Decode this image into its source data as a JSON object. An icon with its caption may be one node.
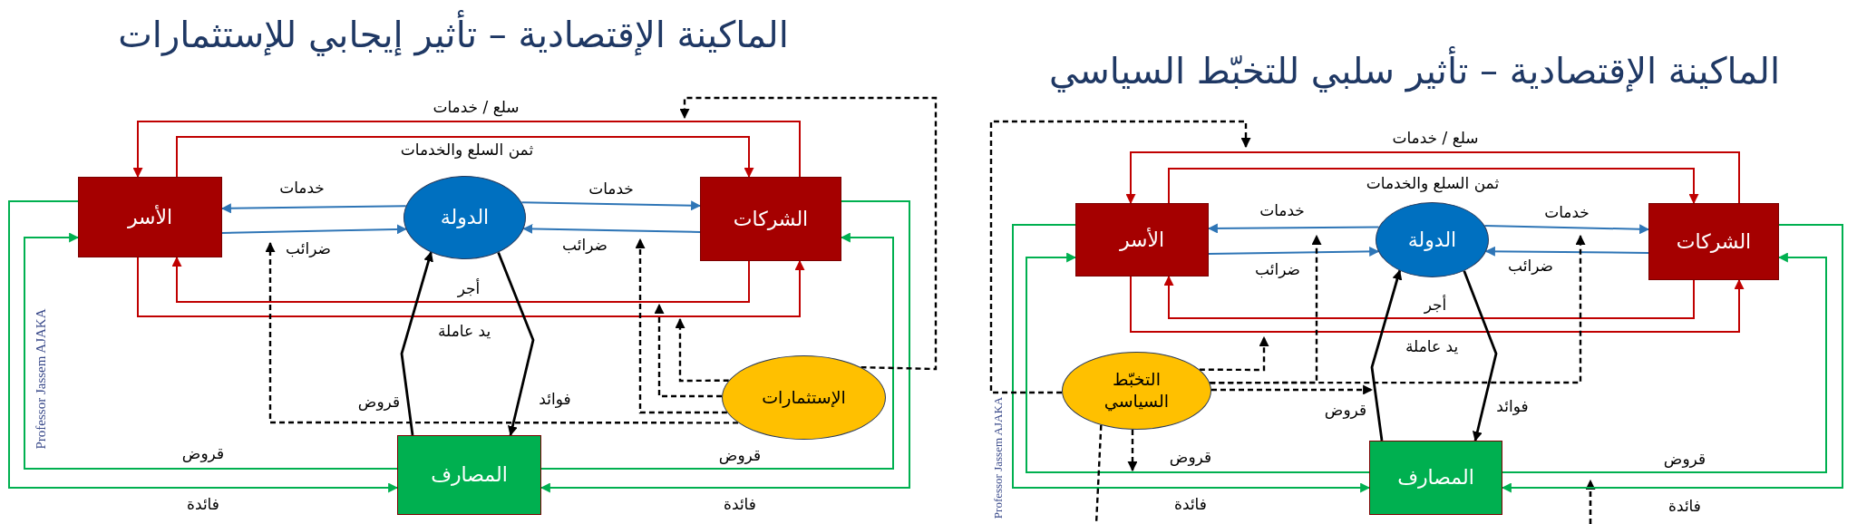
{
  "diagram": {
    "nodes": [
      {
        "text": [
          "الأسر"
        ]
      },
      {
        "text": [
          "الدولة"
        ]
      },
      {
        "text": [
          "الشركات"
        ]
      },
      {
        "text": [
          "الإستثمارات"
        ]
      },
      {
        "text": [
          "المصارف"
        ]
      },
      {
        "text": [
          "الأسر"
        ]
      },
      {
        "text": [
          "الدولة"
        ]
      },
      {
        "text": [
          "الشركات"
        ]
      },
      {
        "text": [
          "التخبّط السياسي"
        ]
      },
      {
        "text": [
          "المصارف"
        ]
      }
    ],
    "edges": [
      {
        "from": 2,
        "to": 0,
        "arrow": "to",
        "label": "سلع / خدمات",
        "color": "#c00000"
      },
      {
        "from": 0,
        "to": 2,
        "arrow": "to",
        "label": "ثمن السلع والخدمات",
        "color": "#c00000"
      },
      {
        "from": 2,
        "to": 0,
        "arrow": "to",
        "label": "أجر",
        "color": "#c00000"
      },
      {
        "from": 0,
        "to": 2,
        "arrow": "to",
        "label": "يد عاملة",
        "color": "#c00000"
      },
      {
        "from": 1,
        "to": 0,
        "arrow": "to",
        "label": "خدمات",
        "color": "#2e75b6"
      },
      {
        "from": 0,
        "to": 1,
        "arrow": "to",
        "label": "ضرائب",
        "color": "#2e75b6"
      },
      {
        "from": 1,
        "to": 2,
        "arrow": "to",
        "label": "خدمات",
        "color": "#2e75b6"
      },
      {
        "from": 2,
        "to": 1,
        "arrow": "to",
        "label": "ضرائب",
        "color": "#2e75b6"
      },
      {
        "from": 4,
        "to": 1,
        "arrow": "to",
        "label": "قروض"
      },
      {
        "from": 1,
        "to": 4,
        "arrow": "to",
        "label": "فوائد"
      },
      {
        "from": 0,
        "to": 4,
        "arrow": "to",
        "label": "فائدة",
        "color": "#00b050"
      },
      {
        "from": 4,
        "to": 0,
        "arrow": "to",
        "label": "قروض",
        "color": "#00b050"
      },
      {
        "from": 2,
        "to": 4,
        "arrow": "to",
        "label": "فائدة",
        "color": "#00b050"
      },
      {
        "from": 4,
        "to": 2,
        "arrow": "to",
        "label": "قروض",
        "color": "#00b050"
      },
      {
        "from": 3,
        "to": null,
        "arrow": "to",
        "style": "dashed"
      },
      {
        "from": 3,
        "to": null,
        "arrow": "to",
        "style": "dashed"
      },
      {
        "from": 3,
        "to": null,
        "arrow": "to",
        "style": "dashed"
      },
      {
        "from": 3,
        "to": null,
        "arrow": "to",
        "style": "dashed"
      },
      {
        "from": 3,
        "to": null,
        "arrow": "to",
        "style": "dashed"
      },
      {
        "from": 7,
        "to": 5,
        "arrow": "to",
        "label": "سلع / خدمات",
        "color": "#c00000"
      },
      {
        "from": 5,
        "to": 7,
        "arrow": "to",
        "label": "ثمن السلع والخدمات",
        "color": "#c00000"
      },
      {
        "from": 7,
        "to": 5,
        "arrow": "to",
        "label": "أجر",
        "color": "#c00000"
      },
      {
        "from": 5,
        "to": 7,
        "arrow": "to",
        "label": "يد عاملة",
        "color": "#c00000"
      },
      {
        "from": 6,
        "to": 5,
        "arrow": "to",
        "label": "خدمات",
        "color": "#2e75b6"
      },
      {
        "from": 5,
        "to": 6,
        "arrow": "to",
        "label": "ضرائب",
        "color": "#2e75b6"
      },
      {
        "from": 6,
        "to": 7,
        "arrow": "to",
        "label": "خدمات",
        "color": "#2e75b6"
      },
      {
        "from": 7,
        "to": 6,
        "arrow": "to",
        "label": "ضرائب",
        "color": "#2e75b6"
      },
      {
        "from": 9,
        "to": 6,
        "arrow": "to",
        "label": "قروض"
      },
      {
        "from": 6,
        "to": 9,
        "arrow": "to",
        "label": "فوائد"
      },
      {
        "from": 5,
        "to": 9,
        "arrow": "to",
        "label": "فائدة",
        "color": "#00b050"
      },
      {
        "from": 9,
        "to": 5,
        "arrow": "to",
        "label": "قروض",
        "color": "#00b050"
      },
      {
        "from": 7,
        "to": 9,
        "arrow": "to",
        "label": "فائدة",
        "color": "#00b050"
      },
      {
        "from": 9,
        "to": 7,
        "arrow": "to",
        "label": "قروض",
        "color": "#00b050"
      },
      {
        "from": 8,
        "to": null,
        "arrow": "to",
        "style": "dashed"
      },
      {
        "from": 8,
        "to": null,
        "arrow": "to",
        "style": "dashed"
      },
      {
        "from": 8,
        "to": null,
        "arrow": "to",
        "style": "dashed"
      },
      {
        "from": 8,
        "to": null,
        "arrow": "to",
        "style": "dashed"
      },
      {
        "from": 8,
        "to": null,
        "arrow": "to",
        "style": "dashed"
      },
      {
        "from": 8,
        "to": null,
        "arrow": "to",
        "style": "dashed"
      },
      {
        "from": 8,
        "to": null,
        "arrow": "none",
        "style": "dashed"
      }
    ],
    "labels": [
      "الماكينة الإقتصادية – تأثير إيجابي للإستثمارات",
      "الماكينة الإقتصادية – تأثير سلبي للتخبّط السياسي",
      "Professor Jassem AJAKA",
      "Professor Jassem AJAKA"
    ]
  }
}
